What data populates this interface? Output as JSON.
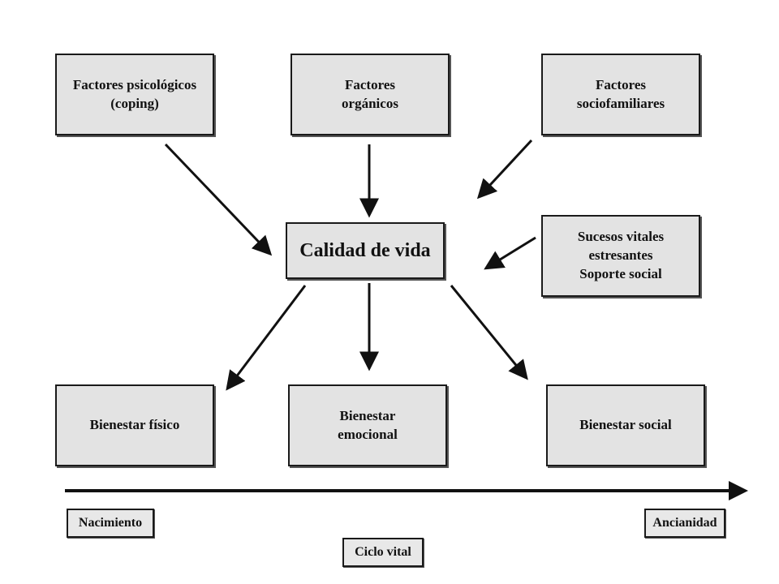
{
  "inputs": {
    "psychological": "Factores psicológicos\n(coping)",
    "organic": "Factores\norgánicos",
    "sociofamily": "Factores\nsociofamiliares",
    "life_events": "Sucesos vitales\nestresantes\nSoporte social"
  },
  "center": "Calidad de vida",
  "outcomes": {
    "physical": "Bienestar físico",
    "emotional": "Bienestar\nemocional",
    "social": "Bienestar social"
  },
  "timeline": {
    "start": "Nacimiento",
    "end": "Ancianidad",
    "label": "Ciclo vital"
  }
}
